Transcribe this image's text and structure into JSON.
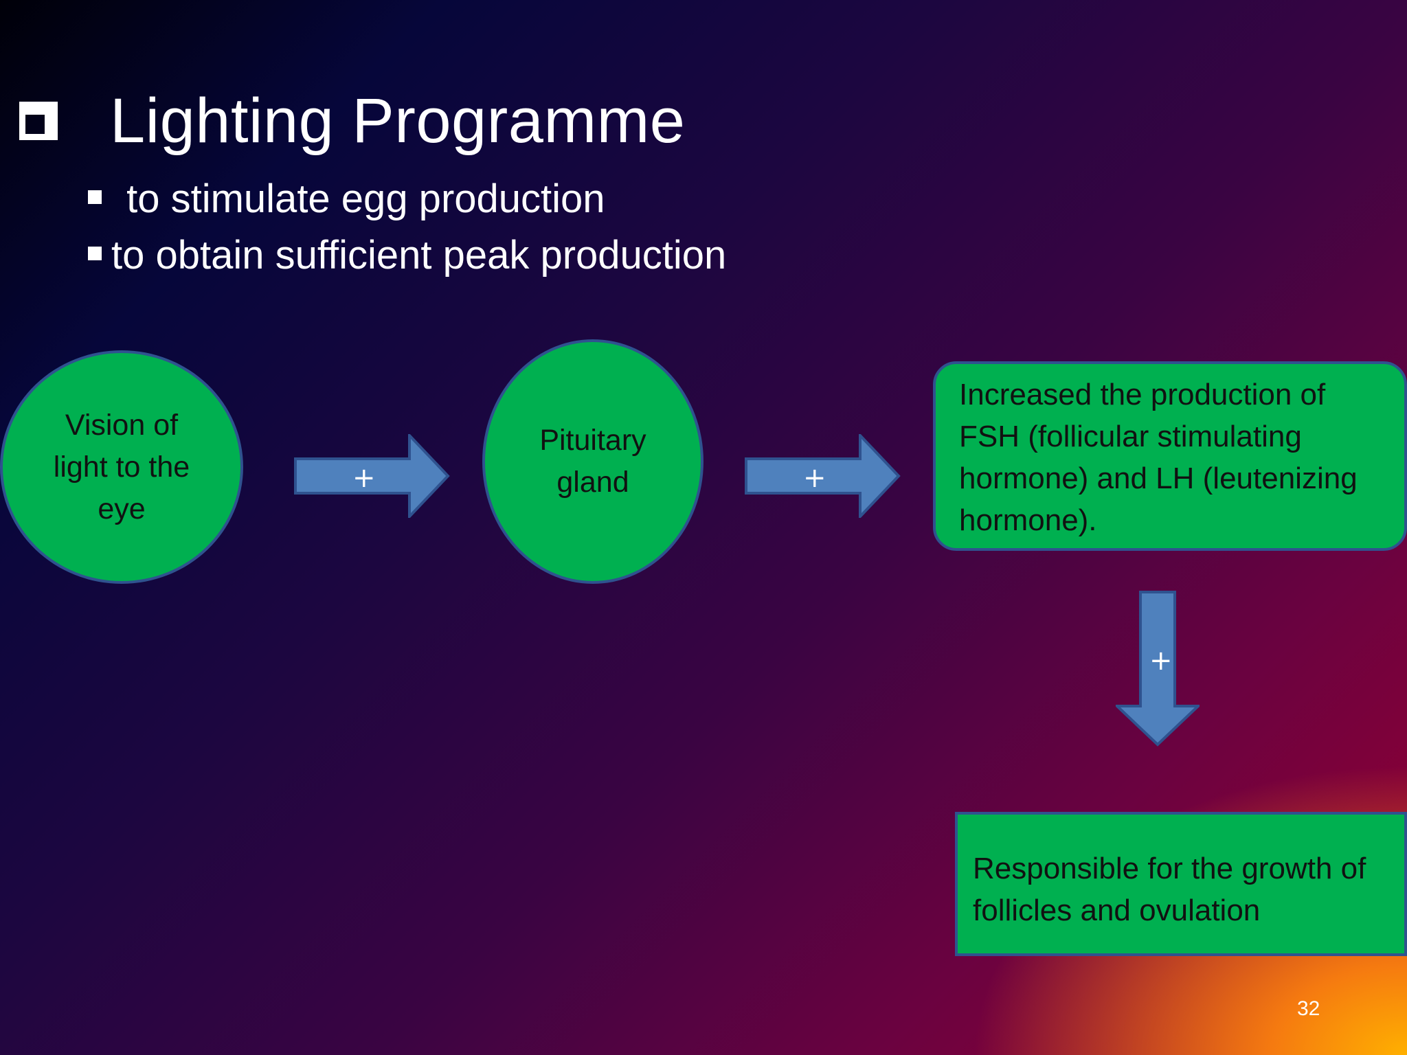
{
  "slide": {
    "title": "Lighting Programme",
    "bullets": [
      " to stimulate egg production",
      "to obtain sufficient peak production"
    ],
    "page_number": "32"
  },
  "diagram": {
    "nodes": {
      "vision": "Vision of light to the eye",
      "pituitary": "Pituitary gland",
      "hormones": "Increased  the production of FSH (follicular stimulating hormone) and LH (leutenizing hormone).",
      "responsible": "Responsible for the growth of follicles and ovulation"
    },
    "edges": [
      {
        "from": "vision",
        "to": "pituitary",
        "label": "+"
      },
      {
        "from": "pituitary",
        "to": "hormones",
        "label": "+"
      },
      {
        "from": "hormones",
        "to": "responsible",
        "label": "+"
      }
    ],
    "colors": {
      "node_fill": "#00b050",
      "node_border": "#2f528f",
      "arrow_fill": "#4f81bd",
      "arrow_border": "#2f528f"
    }
  }
}
